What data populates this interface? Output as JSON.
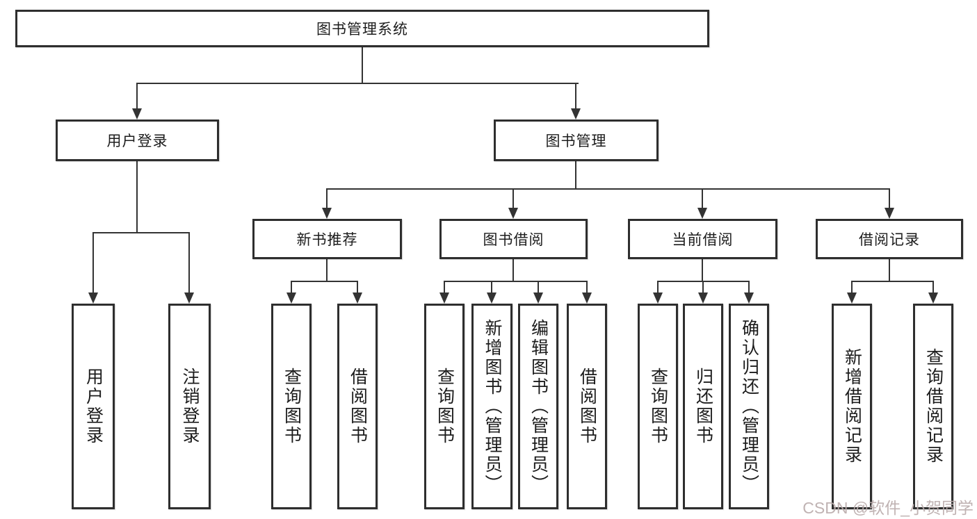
{
  "watermark": "CSDN @软件_小贺同学",
  "colors": {
    "background": "#ffffff",
    "box_border": "#2e2e2e",
    "line": "#333333",
    "text": "#1c1c1c",
    "watermark": "#bbacac"
  },
  "tree": {
    "root": "图书管理系统",
    "children": [
      {
        "label": "用户登录",
        "children": [
          {
            "label": "用户登录"
          },
          {
            "label": "注销登录"
          }
        ]
      },
      {
        "label": "图书管理",
        "children": [
          {
            "label": "新书推荐",
            "children": [
              {
                "label": "查询图书"
              },
              {
                "label": "借阅图书"
              }
            ]
          },
          {
            "label": "图书借阅",
            "children": [
              {
                "label": "查询图书"
              },
              {
                "label": "新增图书（管理员）"
              },
              {
                "label": "编辑图书（管理员）"
              },
              {
                "label": "借阅图书"
              }
            ]
          },
          {
            "label": "当前借阅",
            "children": [
              {
                "label": "查询图书"
              },
              {
                "label": "归还图书"
              },
              {
                "label": "确认归还（管理员）"
              }
            ]
          },
          {
            "label": "借阅记录",
            "children": [
              {
                "label": "新增借阅记录"
              },
              {
                "label": "查询借阅记录"
              }
            ]
          }
        ]
      }
    ]
  }
}
